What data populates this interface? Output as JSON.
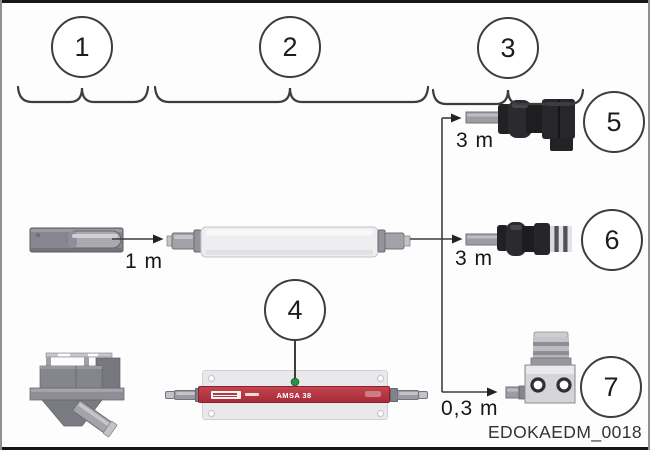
{
  "figure": {
    "callouts": [
      {
        "label": "1"
      },
      {
        "label": "2"
      },
      {
        "label": "3"
      },
      {
        "label": "4"
      },
      {
        "label": "5"
      },
      {
        "label": "6"
      },
      {
        "label": "7"
      }
    ],
    "measurements": {
      "sensor_to_cable": "1 m",
      "branch_top": "3 m",
      "branch_middle": "3 m",
      "branch_bottom": "0,3 m"
    },
    "device_label": "AMSA 38",
    "figure_code": "EDOKAEDM_0018",
    "colors": {
      "device_red": "#b23240",
      "marker_green": "#2f9147",
      "line": "#3d3d3d"
    }
  }
}
